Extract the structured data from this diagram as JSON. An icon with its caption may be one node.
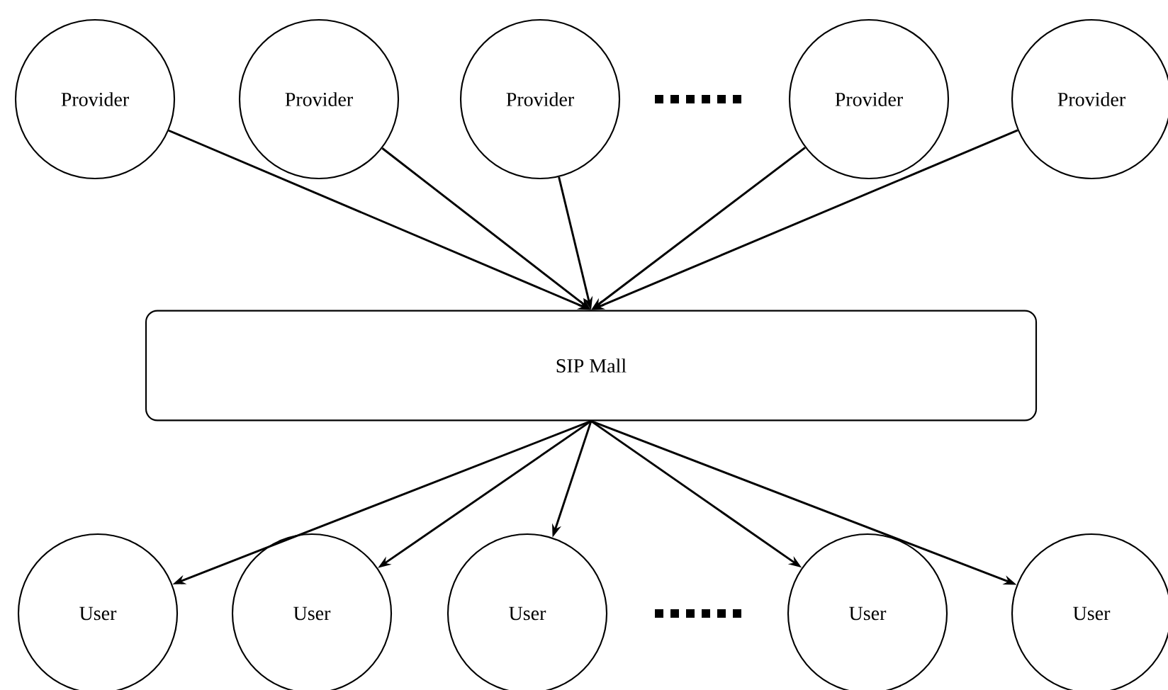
{
  "diagram": {
    "nodes": [
      {
        "text": [
          "Provider"
        ]
      },
      {
        "text": [
          "Provider"
        ]
      },
      {
        "text": [
          "Provider"
        ]
      },
      {
        "text": [
          "Provider"
        ]
      },
      {
        "text": [
          "Provider"
        ]
      },
      {
        "text": [
          "SIP Mall"
        ]
      },
      {
        "text": [
          "User"
        ]
      },
      {
        "text": [
          "User"
        ]
      },
      {
        "text": [
          "User"
        ]
      },
      {
        "text": [
          "User"
        ]
      },
      {
        "text": [
          "User"
        ]
      }
    ],
    "edges": [
      {
        "from": 0,
        "to": 5,
        "arrow": "to"
      },
      {
        "from": 1,
        "to": 5,
        "arrow": "to"
      },
      {
        "from": 2,
        "to": 5,
        "arrow": "to"
      },
      {
        "from": 3,
        "to": 5,
        "arrow": "to"
      },
      {
        "from": 4,
        "to": 5,
        "arrow": "to"
      },
      {
        "from": 5,
        "to": 6,
        "arrow": "to"
      },
      {
        "from": 5,
        "to": 7,
        "arrow": "to"
      },
      {
        "from": 5,
        "to": 8,
        "arrow": "to"
      },
      {
        "from": 5,
        "to": 9,
        "arrow": "to"
      },
      {
        "from": 5,
        "to": 10,
        "arrow": "to"
      }
    ]
  }
}
